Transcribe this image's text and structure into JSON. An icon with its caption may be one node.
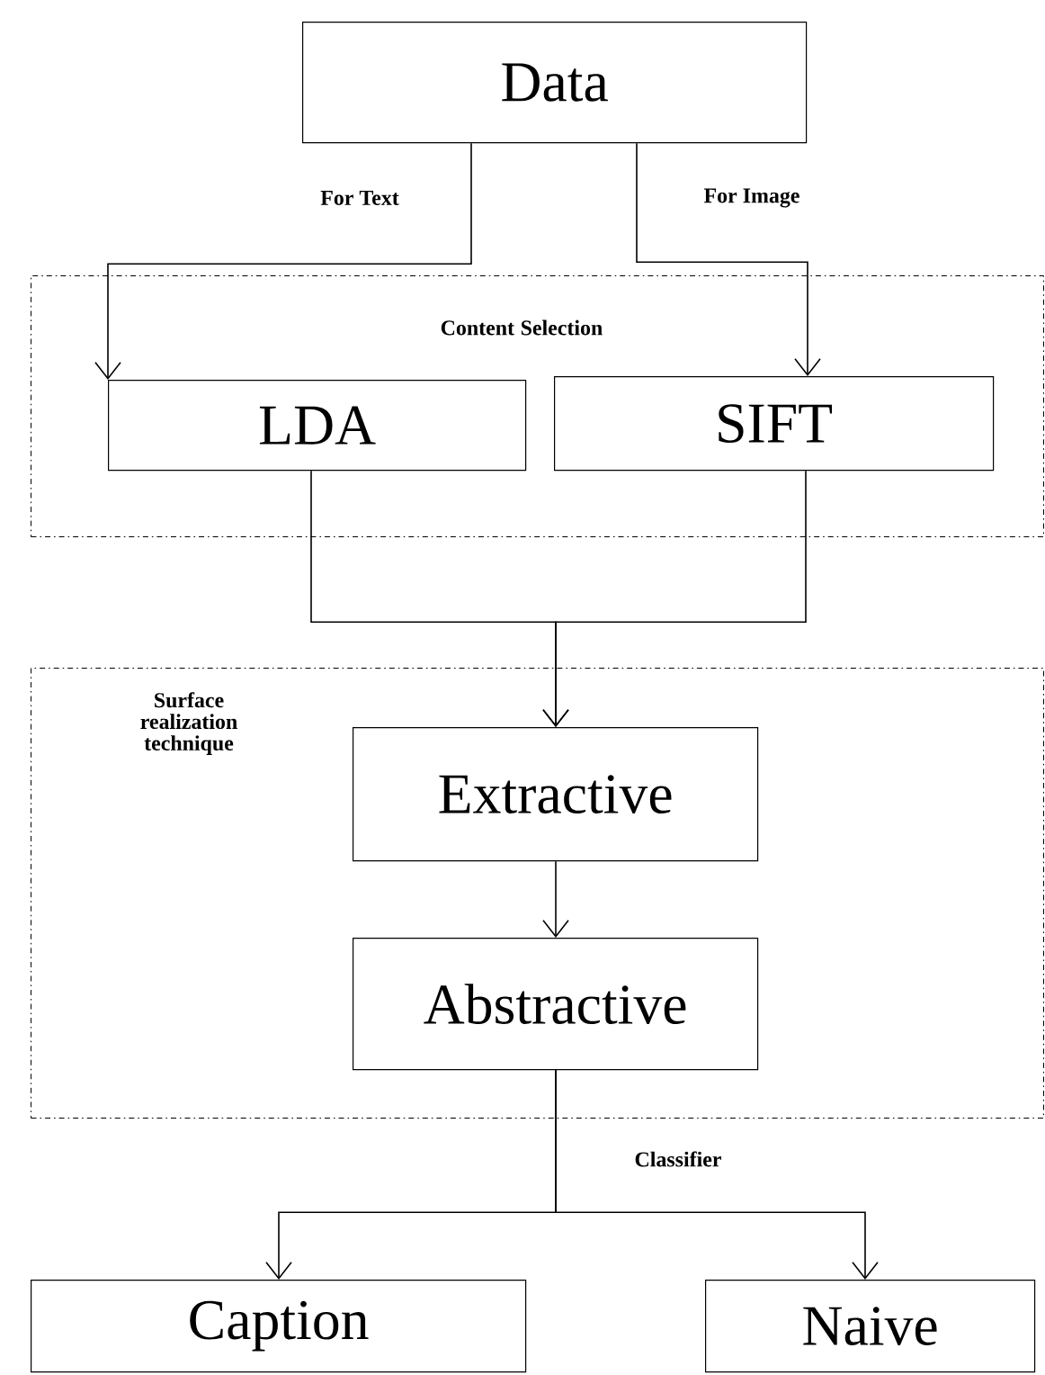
{
  "diagram": {
    "nodes": [
      {
        "text": [
          "Data"
        ]
      },
      {
        "text": [
          "Content Selection"
        ]
      },
      {
        "text": [
          "LDA"
        ],
        "in": 1
      },
      {
        "text": [
          "SIFT"
        ],
        "in": 1
      },
      {
        "text": [
          "Surface realization technique"
        ]
      },
      {
        "text": [
          "Extractive"
        ],
        "in": 4
      },
      {
        "text": [
          "Abstractive"
        ],
        "in": 4
      },
      {
        "text": [
          "Caption"
        ]
      },
      {
        "text": [
          "Naive"
        ]
      }
    ],
    "edges": [
      {
        "from": 0,
        "to": 2,
        "arrow": "to",
        "label": "For Text"
      },
      {
        "from": 0,
        "to": 3,
        "arrow": "to",
        "label": "For Image"
      },
      {
        "from": 2,
        "to": 5,
        "arrow": "to"
      },
      {
        "from": 3,
        "to": 5,
        "arrow": "to"
      },
      {
        "from": 5,
        "to": 6,
        "arrow": "to"
      },
      {
        "from": 6,
        "to": 7,
        "arrow": "to"
      },
      {
        "from": 6,
        "to": 8,
        "arrow": "to"
      }
    ],
    "labels": [
      "Classifier"
    ]
  }
}
